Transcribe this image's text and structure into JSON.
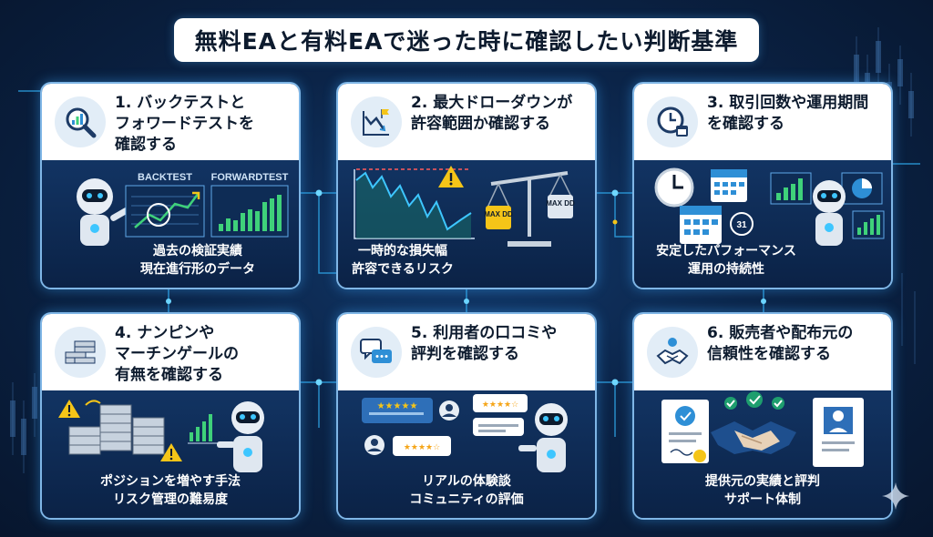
{
  "header": {
    "title": "無料EAと有料EAで迷った時に確認したい判断基準"
  },
  "cards": [
    {
      "title": "1. バックテストと\nフォワードテストを\n確認する",
      "labels": [
        "BACKTEST",
        "FORWARDTEST"
      ],
      "caption": "過去の検証実績\n現在進行形のデータ",
      "icon": "magnifier-chart-icon"
    },
    {
      "title": "2. 最大ドローダウンが\n許容範囲か確認する",
      "labels": [
        "MAX DD",
        "MAX DD"
      ],
      "caption": "一時的な損失幅\n許容できるリスク",
      "icon": "downtrend-flag-icon"
    },
    {
      "title": "3. 取引回数や運用期間\nを確認する",
      "labels": [
        "31"
      ],
      "caption": "安定したパフォーマンス\n運用の持続性",
      "icon": "clock-icon"
    },
    {
      "title": "4. ナンピンや\nマーチンゲールの\n有無を確認する",
      "labels": [],
      "caption": "ポジションを増やす手法\nリスク管理の難易度",
      "icon": "money-stack-icon"
    },
    {
      "title": "5. 利用者の口コミや\n評判を確認する",
      "labels": [],
      "caption": "リアルの体験談\nコミュニティの評価",
      "icon": "chat-bubbles-icon"
    },
    {
      "title": "6. 販売者や配布元の\n信頼性を確認する",
      "labels": [],
      "caption": "提供元の実績と評判\nサポート体制",
      "icon": "handshake-icon"
    }
  ],
  "colors": {
    "background": "#0b2448",
    "accent": "#3ec6ff",
    "warning": "#f5c518",
    "chart_green": "#3fd17a"
  }
}
